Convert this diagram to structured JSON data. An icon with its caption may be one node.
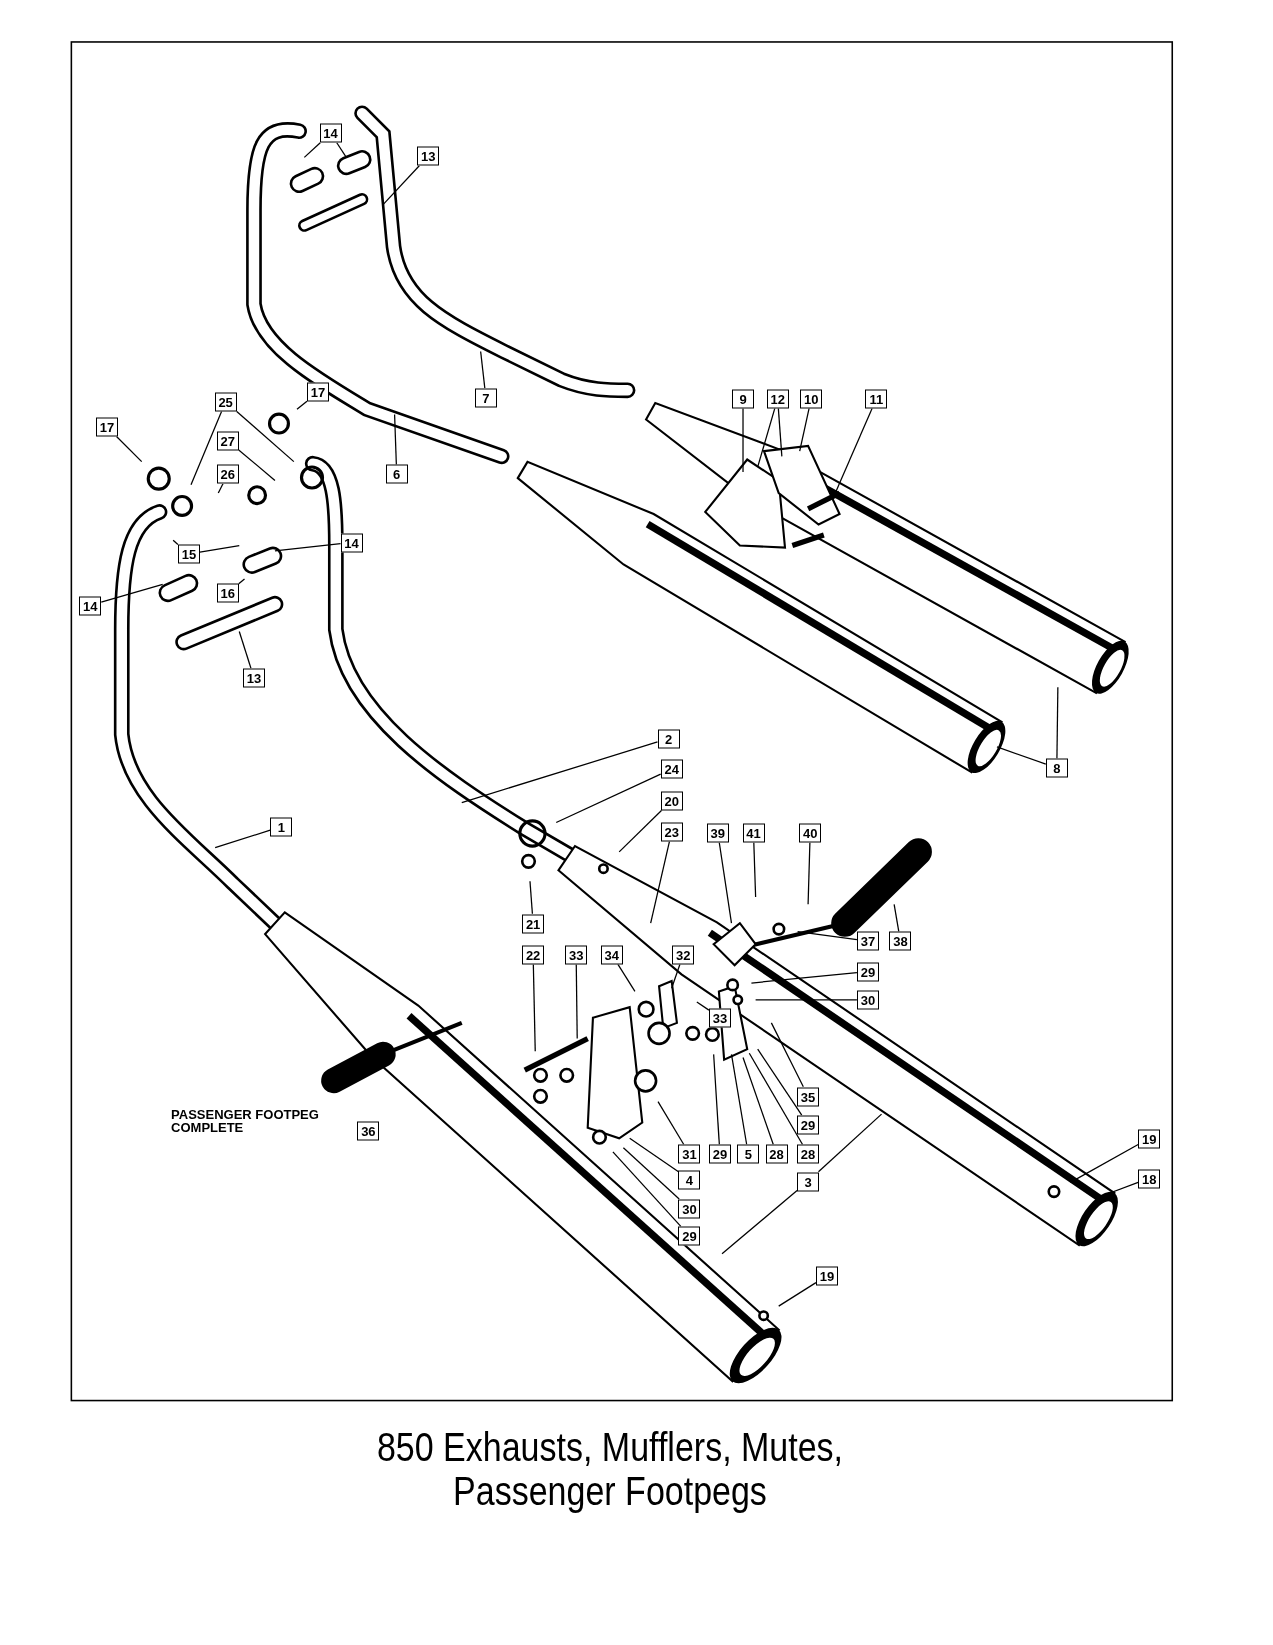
{
  "diagram": {
    "title": "850 Exhausts, Mufflers, Mutes, Passenger Footpegs",
    "nodes": [
      {
        "text": [
          "14"
        ]
      },
      {
        "text": [
          "13"
        ]
      },
      {
        "text": [
          "7"
        ]
      },
      {
        "text": [
          "17"
        ]
      },
      {
        "text": [
          "25"
        ]
      },
      {
        "text": [
          "9"
        ]
      },
      {
        "text": [
          "12"
        ]
      },
      {
        "text": [
          "10"
        ]
      },
      {
        "text": [
          "11"
        ]
      },
      {
        "text": [
          "17"
        ]
      },
      {
        "text": [
          "27"
        ]
      },
      {
        "text": [
          "6"
        ]
      },
      {
        "text": [
          "26"
        ]
      },
      {
        "text": [
          "15"
        ]
      },
      {
        "text": [
          "14"
        ]
      },
      {
        "text": [
          "16"
        ]
      },
      {
        "text": [
          "14"
        ]
      },
      {
        "text": [
          "13"
        ]
      },
      {
        "text": [
          "2"
        ]
      },
      {
        "text": [
          "8"
        ]
      },
      {
        "text": [
          "24"
        ]
      },
      {
        "text": [
          "20"
        ]
      },
      {
        "text": [
          "1"
        ]
      },
      {
        "text": [
          "23"
        ]
      },
      {
        "text": [
          "39"
        ]
      },
      {
        "text": [
          "41"
        ]
      },
      {
        "text": [
          "40"
        ]
      },
      {
        "text": [
          "21"
        ]
      },
      {
        "text": [
          "37"
        ]
      },
      {
        "text": [
          "38"
        ]
      },
      {
        "text": [
          "22"
        ]
      },
      {
        "text": [
          "33"
        ]
      },
      {
        "text": [
          "34"
        ]
      },
      {
        "text": [
          "32"
        ]
      },
      {
        "text": [
          "29"
        ]
      },
      {
        "text": [
          "30"
        ]
      },
      {
        "text": [
          "33"
        ]
      },
      {
        "text": [
          "35"
        ]
      },
      {
        "text": [
          "29"
        ]
      },
      {
        "text": [
          "31"
        ]
      },
      {
        "text": [
          "29"
        ]
      },
      {
        "text": [
          "5"
        ]
      },
      {
        "text": [
          "28"
        ]
      },
      {
        "text": [
          "28"
        ]
      },
      {
        "text": [
          "4"
        ]
      },
      {
        "text": [
          "3"
        ]
      },
      {
        "text": [
          "30"
        ]
      },
      {
        "text": [
          "29"
        ]
      },
      {
        "text": [
          "19"
        ]
      },
      {
        "text": [
          "18"
        ]
      },
      {
        "text": [
          "19"
        ]
      },
      {
        "text": [
          "36"
        ],
        "beside": [
          "PASSENGER FOOTPEG COMPLETE"
        ]
      }
    ],
    "edges": [
      {
        "from": 0,
        "to": null,
        "arrow": "none"
      },
      {
        "from": 0,
        "to": null,
        "arrow": "none"
      },
      {
        "from": 1,
        "to": null,
        "arrow": "none"
      },
      {
        "from": 2,
        "to": null,
        "arrow": "none"
      },
      {
        "from": 3,
        "to": null,
        "arrow": "none"
      },
      {
        "from": 4,
        "to": null,
        "arrow": "none"
      },
      {
        "from": 4,
        "to": null,
        "arrow": "none"
      },
      {
        "from": 5,
        "to": null,
        "arrow": "none"
      },
      {
        "from": 6,
        "to": null,
        "arrow": "none"
      },
      {
        "from": 6,
        "to": null,
        "arrow": "none"
      },
      {
        "from": 7,
        "to": null,
        "arrow": "none"
      },
      {
        "from": 8,
        "to": null,
        "arrow": "none"
      },
      {
        "from": 9,
        "to": null,
        "arrow": "none"
      },
      {
        "from": 10,
        "to": null,
        "arrow": "none"
      },
      {
        "from": 11,
        "to": null,
        "arrow": "none"
      },
      {
        "from": 12,
        "to": null,
        "arrow": "none"
      },
      {
        "from": 13,
        "to": null,
        "arrow": "none"
      },
      {
        "from": 13,
        "to": null,
        "arrow": "none"
      },
      {
        "from": 14,
        "to": null,
        "arrow": "none"
      },
      {
        "from": 15,
        "to": null,
        "arrow": "none"
      },
      {
        "from": 16,
        "to": null,
        "arrow": "none"
      },
      {
        "from": 17,
        "to": null,
        "arrow": "none"
      },
      {
        "from": 18,
        "to": null,
        "arrow": "none"
      },
      {
        "from": 19,
        "to": null,
        "arrow": "none"
      },
      {
        "from": 19,
        "to": null,
        "arrow": "none"
      },
      {
        "from": 20,
        "to": null,
        "arrow": "none"
      },
      {
        "from": 21,
        "to": null,
        "arrow": "none"
      },
      {
        "from": 22,
        "to": null,
        "arrow": "none"
      },
      {
        "from": 23,
        "to": null,
        "arrow": "none"
      },
      {
        "from": 24,
        "to": null,
        "arrow": "none"
      },
      {
        "from": 25,
        "to": null,
        "arrow": "none"
      },
      {
        "from": 26,
        "to": null,
        "arrow": "none"
      },
      {
        "from": 27,
        "to": null,
        "arrow": "none"
      },
      {
        "from": 28,
        "to": null,
        "arrow": "none"
      },
      {
        "from": 29,
        "to": null,
        "arrow": "none"
      },
      {
        "from": 30,
        "to": null,
        "arrow": "none"
      },
      {
        "from": 31,
        "to": null,
        "arrow": "none"
      },
      {
        "from": 32,
        "to": null,
        "arrow": "none"
      },
      {
        "from": 33,
        "to": null,
        "arrow": "none"
      },
      {
        "from": 34,
        "to": null,
        "arrow": "none"
      },
      {
        "from": 35,
        "to": null,
        "arrow": "none"
      },
      {
        "from": 36,
        "to": null,
        "arrow": "none"
      },
      {
        "from": 37,
        "to": null,
        "arrow": "none"
      },
      {
        "from": 38,
        "to": null,
        "arrow": "none"
      },
      {
        "from": 39,
        "to": null,
        "arrow": "none"
      },
      {
        "from": 40,
        "to": null,
        "arrow": "none"
      },
      {
        "from": 41,
        "to": null,
        "arrow": "none"
      },
      {
        "from": 42,
        "to": null,
        "arrow": "none"
      },
      {
        "from": 43,
        "to": null,
        "arrow": "none"
      },
      {
        "from": 44,
        "to": null,
        "arrow": "none"
      },
      {
        "from": 45,
        "to": null,
        "arrow": "none"
      },
      {
        "from": 45,
        "to": null,
        "arrow": "none"
      },
      {
        "from": 46,
        "to": null,
        "arrow": "none"
      },
      {
        "from": 47,
        "to": null,
        "arrow": "none"
      },
      {
        "from": 48,
        "to": null,
        "arrow": "none"
      },
      {
        "from": 49,
        "to": null,
        "arrow": "none"
      },
      {
        "from": 50,
        "to": null,
        "arrow": "none"
      }
    ]
  }
}
